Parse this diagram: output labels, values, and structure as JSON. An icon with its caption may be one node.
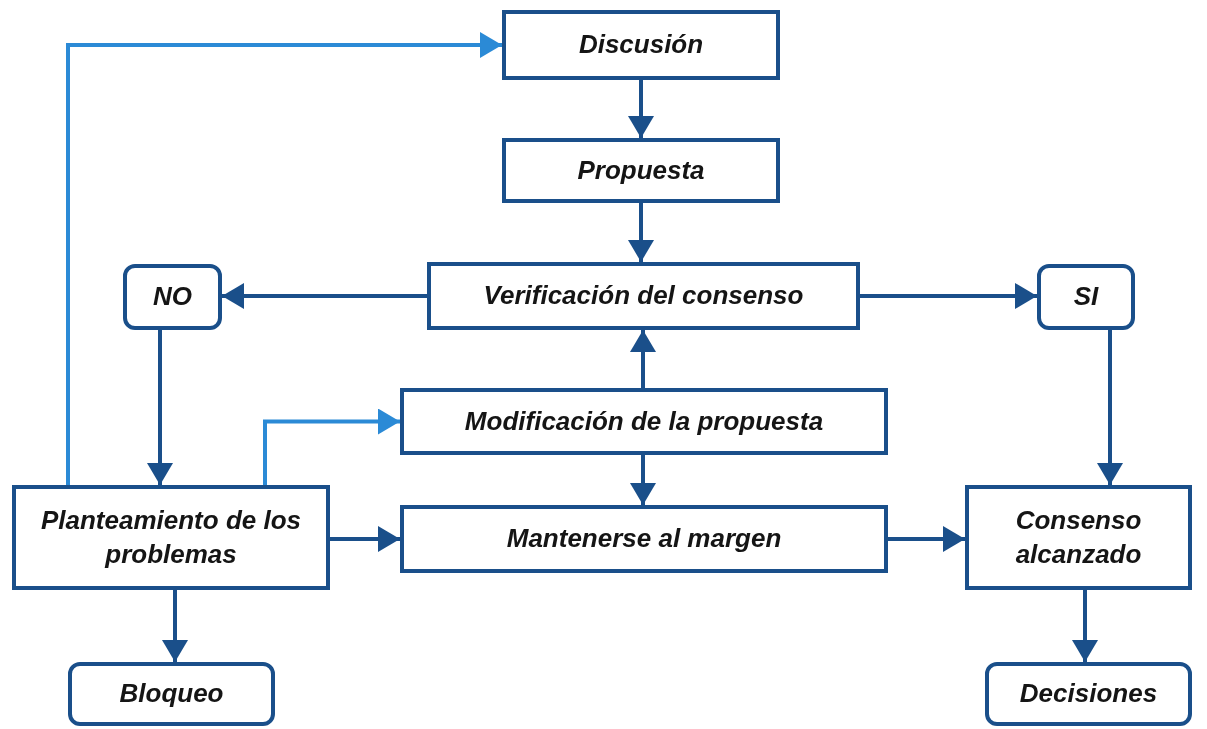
{
  "diagram": {
    "nodes": [
      {
        "text": [
          "Discusión"
        ]
      },
      {
        "text": [
          "Propuesta"
        ]
      },
      {
        "text": [
          "Verificación del consenso"
        ]
      },
      {
        "text": [
          "NO"
        ]
      },
      {
        "text": [
          "SI"
        ]
      },
      {
        "text": [
          "Modificación de la propuesta"
        ]
      },
      {
        "text": [
          "Planteamiento de los problemas"
        ]
      },
      {
        "text": [
          "Mantenerse al margen"
        ]
      },
      {
        "text": [
          "Consenso alcanzado"
        ]
      },
      {
        "text": [
          "Bloqueo"
        ]
      },
      {
        "text": [
          "Decisiones"
        ]
      }
    ],
    "edges": [
      {
        "from": 0,
        "to": 1,
        "arrow": "to"
      },
      {
        "from": 1,
        "to": 2,
        "arrow": "to"
      },
      {
        "from": 2,
        "to": 3,
        "arrow": "to"
      },
      {
        "from": 2,
        "to": 4,
        "arrow": "to"
      },
      {
        "from": 5,
        "to": 2,
        "arrow": "to"
      },
      {
        "from": 5,
        "to": 7,
        "arrow": "to"
      },
      {
        "from": 3,
        "to": 6,
        "arrow": "to"
      },
      {
        "from": 4,
        "to": 8,
        "arrow": "to"
      },
      {
        "from": 6,
        "to": 0,
        "arrow": "to",
        "color": "#2b8ad6"
      },
      {
        "from": 6,
        "to": 5,
        "arrow": "to",
        "color": "#2b8ad6"
      },
      {
        "from": 6,
        "to": 7,
        "arrow": "to"
      },
      {
        "from": 7,
        "to": 8,
        "arrow": "to"
      },
      {
        "from": 6,
        "to": 9,
        "arrow": "to"
      },
      {
        "from": 8,
        "to": 10,
        "arrow": "to"
      }
    ]
  }
}
